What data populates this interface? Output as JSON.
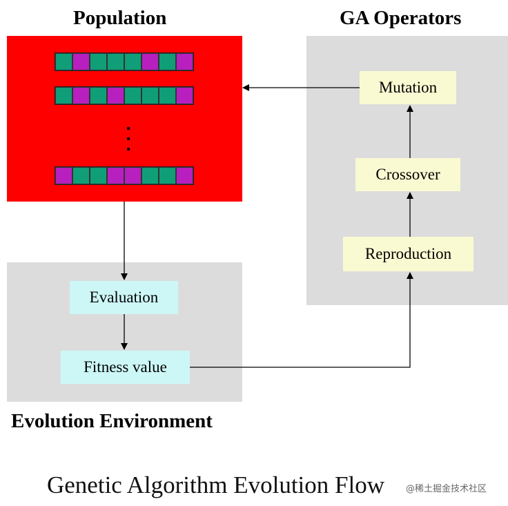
{
  "titles": {
    "population": "Population",
    "ga_operators": "GA Operators",
    "evolution_environment": "Evolution Environment"
  },
  "population": {
    "fill_color": "#ff0000",
    "gene_colors": {
      "g": "#0f9e78",
      "m": "#b81fbf"
    },
    "chromosomes": [
      [
        "g",
        "m",
        "g",
        "g",
        "g",
        "m",
        "g",
        "m"
      ],
      [
        "g",
        "m",
        "g",
        "m",
        "g",
        "g",
        "g",
        "m"
      ],
      [
        "m",
        "g",
        "g",
        "m",
        "m",
        "g",
        "g",
        "m"
      ]
    ]
  },
  "evolution_environment": {
    "evaluation": "Evaluation",
    "fitness_value": "Fitness value"
  },
  "ga_operators": {
    "mutation": "Mutation",
    "crossover": "Crossover",
    "reproduction": "Reproduction"
  },
  "caption": "Genetic Algorithm Evolution Flow",
  "watermark": "@稀土掘金技术社区"
}
